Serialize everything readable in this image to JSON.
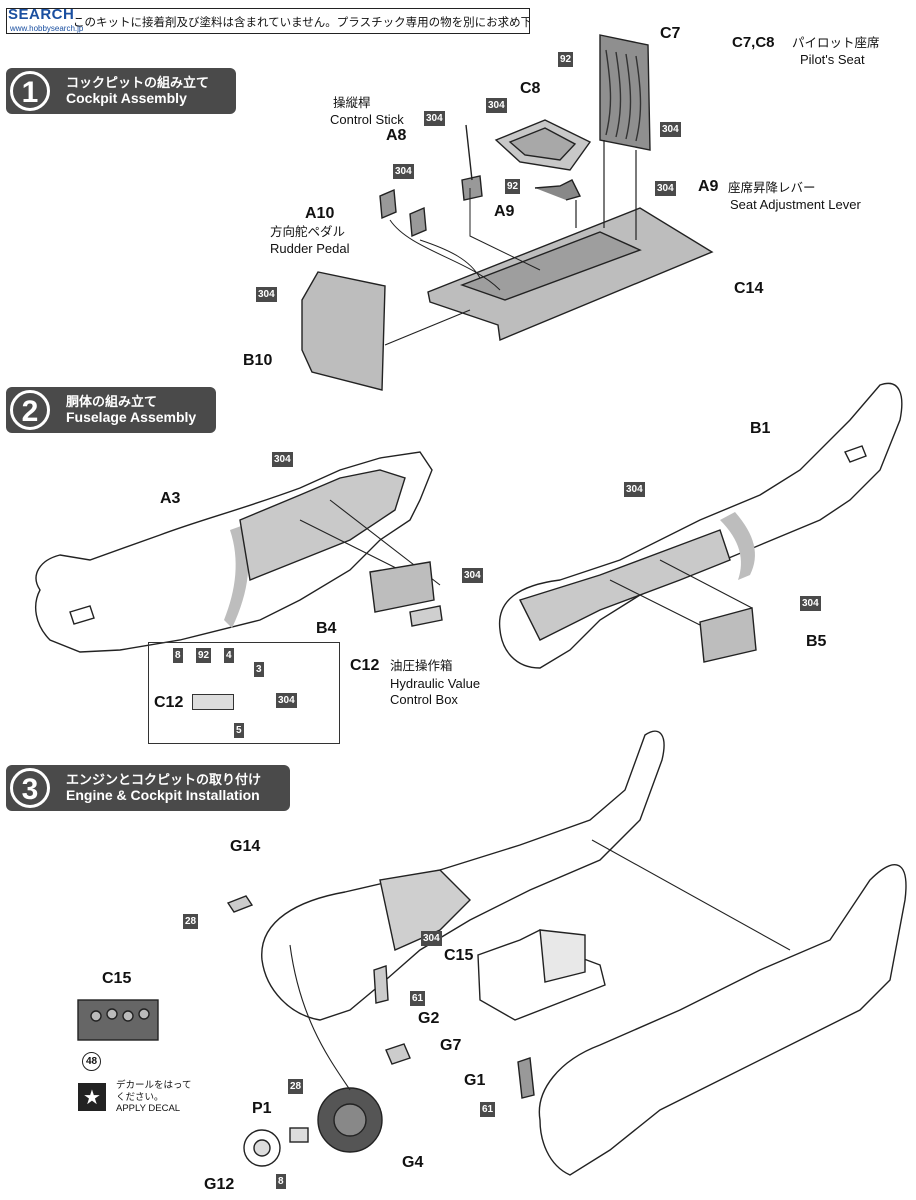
{
  "watermark": {
    "text": "SEARCH",
    "sub": "www.hobbysearch.jp"
  },
  "notice": "このキットに接着剤及び塗料は含まれていません。プラスチック専用の物を別にお求め下さい。",
  "seat_note": {
    "code": "C7,C8",
    "jp": "パイロット座席",
    "en": "Pilot's Seat"
  },
  "steps": [
    {
      "number": "1",
      "jp": "コックピットの組み立て",
      "en": "Cockpit Assembly"
    },
    {
      "number": "2",
      "jp": "胴体の組み立て",
      "en": "Fuselage Assembly"
    },
    {
      "number": "3",
      "jp": "エンジンとコクピットの取り付け",
      "en": "Engine & Cockpit Installation"
    }
  ],
  "step1": {
    "control_stick": {
      "jp": "操縦桿",
      "en": "Control Stick",
      "part": "A8"
    },
    "rudder_pedal": {
      "jp": "方向舵ペダル",
      "en": "Rudder Pedal",
      "part": "A10"
    },
    "seat_lever": {
      "part": "A9",
      "jp": "座席昇降レバー",
      "en": "Seat Adjustment Lever"
    },
    "parts": [
      "C7",
      "C8",
      "C14",
      "B10"
    ],
    "colors": [
      "304",
      "92",
      "304",
      "304",
      "304",
      "304",
      "92",
      "304",
      "304"
    ]
  },
  "step2": {
    "parts": [
      "A3",
      "B1",
      "B4",
      "B5",
      "C12",
      "C12"
    ],
    "hydraulic": {
      "jp": "油圧操作箱",
      "en_line1": "Hydraulic Value",
      "en_line2": "Control Box"
    },
    "colors": [
      "304",
      "304",
      "304",
      "304",
      "8",
      "92",
      "4",
      "3",
      "304",
      "5"
    ]
  },
  "step3": {
    "parts": [
      "G14",
      "C15",
      "G2",
      "G7",
      "G1",
      "P1",
      "G4",
      "G12",
      "C15"
    ],
    "colors": [
      "28",
      "304",
      "61",
      "28",
      "61",
      "8"
    ],
    "decal_number": "48",
    "decal_note": {
      "jp_line1": "デカールをはって",
      "jp_line2": "ください。",
      "en": "APPLY DECAL"
    }
  }
}
